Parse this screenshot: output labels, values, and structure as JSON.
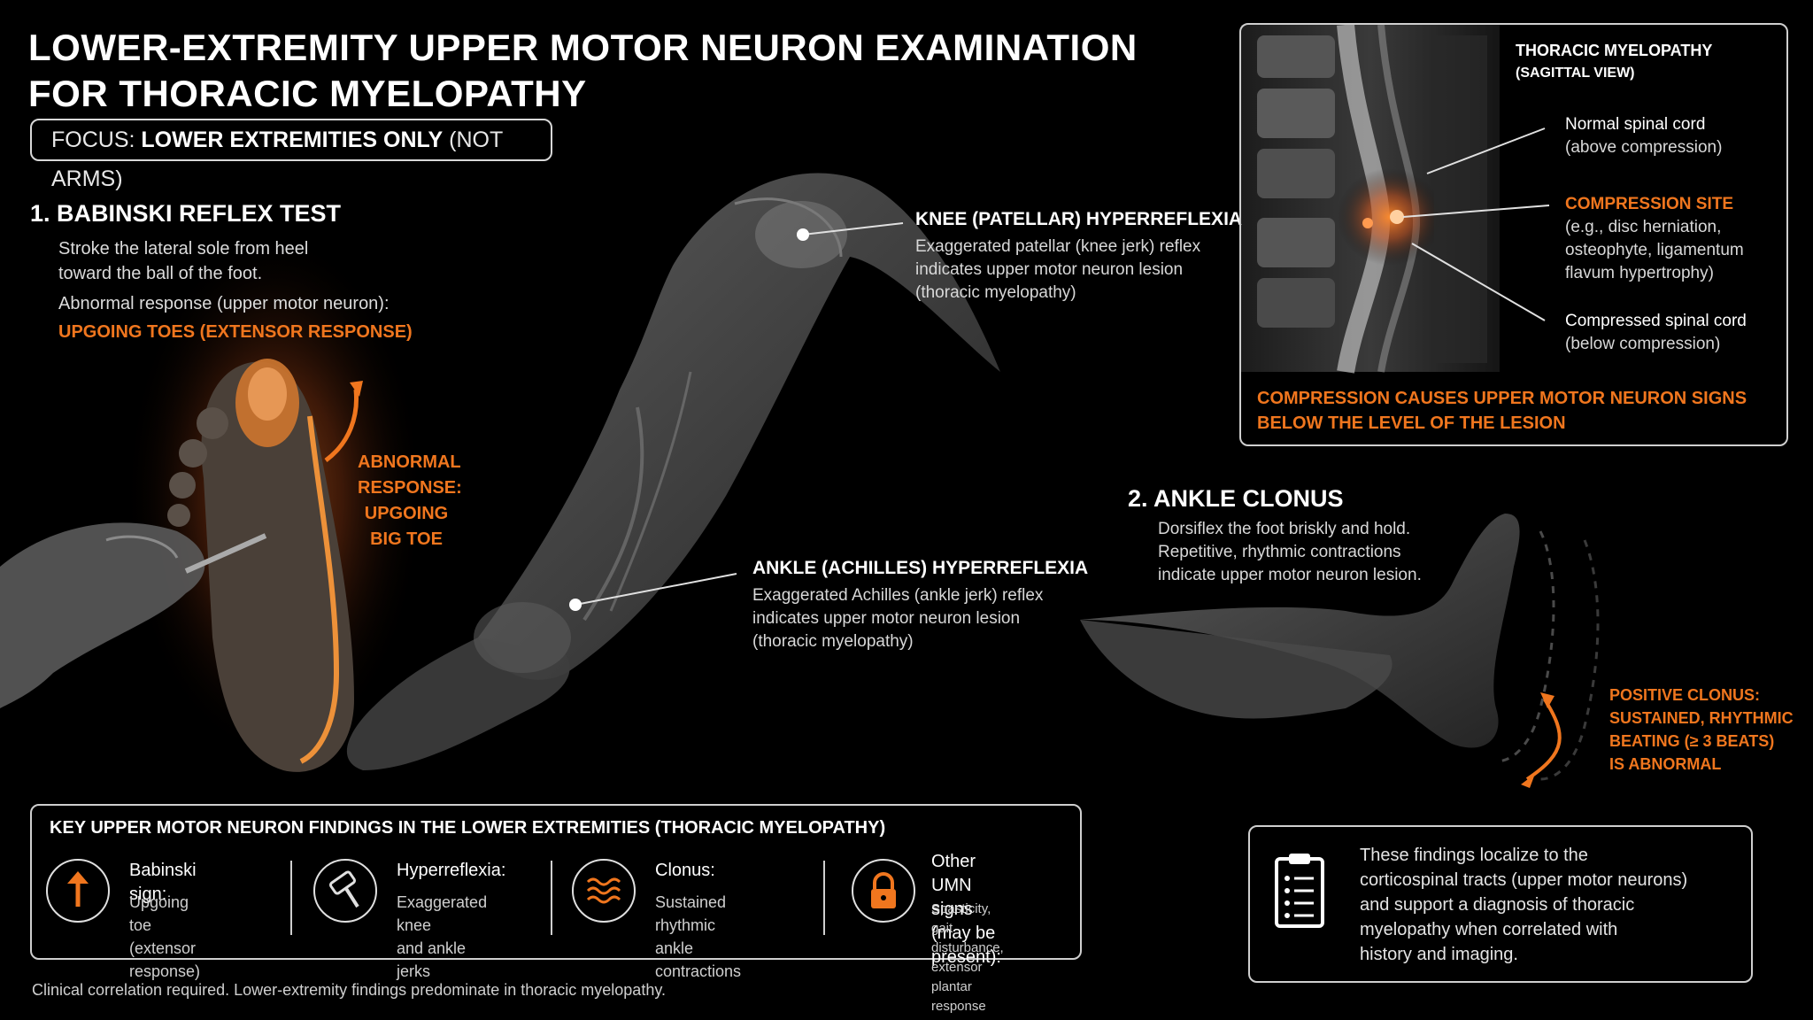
{
  "title_line1": "LOWER-EXTREMITY UPPER MOTOR NEURON EXAMINATION",
  "title_line2": "FOR THORACIC MYELOPATHY",
  "focus": {
    "prefix": "FOCUS: ",
    "bold": "LOWER EXTREMITIES ONLY",
    "suffix": " (NOT ARMS)"
  },
  "babinski": {
    "heading": "1. BABINSKI REFLEX TEST",
    "line1": "Stroke the lateral sole from heel",
    "line2": "toward the ball of the foot.",
    "line3": "Abnormal response (upper motor neuron):",
    "highlight": "UPGOING TOES (EXTENSOR RESPONSE)",
    "response": [
      "ABNORMAL",
      "RESPONSE:",
      "UPGOING",
      "BIG TOE"
    ]
  },
  "knee": {
    "label": "KNEE (PATELLAR) HYPERREFLEXIA",
    "lines": [
      "Exaggerated patellar (knee jerk) reflex",
      "indicates upper motor neuron lesion",
      "(thoracic myelopathy)"
    ]
  },
  "ankle": {
    "label": "ANKLE (ACHILLES) HYPERREFLEXIA",
    "lines": [
      "Exaggerated Achilles (ankle jerk) reflex",
      "indicates upper motor neuron lesion",
      "(thoracic myelopathy)"
    ]
  },
  "spine": {
    "title1": "THORACIC MYELOPATHY",
    "title2": "(SAGITTAL VIEW)",
    "normal_label": "Normal spinal cord",
    "normal_sub": "(above compression)",
    "compression_label": "COMPRESSION SITE",
    "compression_lines": [
      "(e.g., disc herniation,",
      "osteophyte, ligamentum",
      "flavum hypertrophy)"
    ],
    "compressed_label": "Compressed spinal cord",
    "compressed_sub": "(below compression)",
    "note1": "COMPRESSION CAUSES UPPER MOTOR NEURON SIGNS",
    "note2": "BELOW THE LEVEL OF THE LESION"
  },
  "clonus": {
    "heading": "2. ANKLE CLONUS",
    "lines": [
      "Dorsiflex the foot briskly and hold.",
      "Repetitive, rhythmic contractions",
      "indicate upper motor neuron lesion."
    ],
    "positive": [
      "POSITIVE CLONUS:",
      "SUSTAINED, RHYTHMIC",
      "BEATING (≥ 3 BEATS)",
      "IS ABNORMAL"
    ]
  },
  "key": {
    "heading": "KEY UPPER MOTOR NEURON FINDINGS IN THE LOWER EXTREMITIES (THORACIC MYELOPATHY)",
    "items": [
      {
        "title": "Babinski sign:",
        "sub": [
          "Upgoing toe",
          "(extensor response)"
        ]
      },
      {
        "title": "Hyperreflexia:",
        "sub": [
          "Exaggerated knee",
          "and ankle jerks"
        ]
      },
      {
        "title": "Clonus:",
        "sub": [
          "Sustained rhythmic",
          "ankle contractions"
        ]
      },
      {
        "title": "Other UMN signs",
        "title2": "(may be present):",
        "sub": [
          "Spasticity, gait disturbance,",
          "extensor plantar response"
        ]
      }
    ]
  },
  "summary": [
    "These findings localize to the",
    "corticospinal tracts (upper motor neurons)",
    "and support a diagnosis of thoracic",
    "myelopathy when correlated with",
    "history and imaging."
  ],
  "footer": "Clinical correlation required. Lower-extremity findings predominate in thoracic myelopathy.",
  "colors": {
    "accent": "#f0761e",
    "background": "#000000"
  },
  "icons": [
    "up-arrow-icon",
    "reflex-hammer-icon",
    "wave-icon",
    "lock-icon",
    "clipboard-icon"
  ]
}
